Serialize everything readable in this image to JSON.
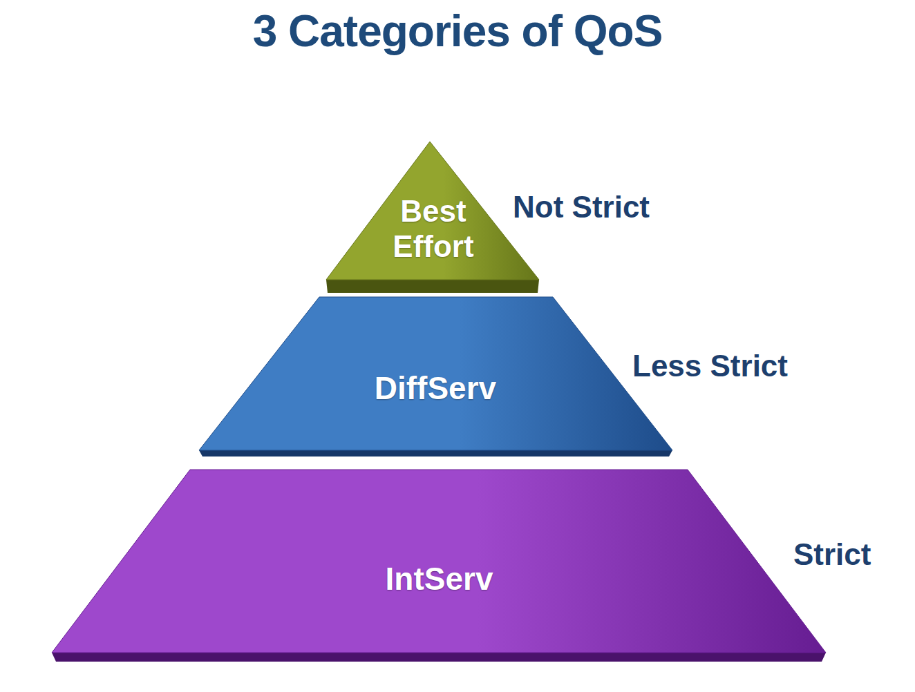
{
  "diagram": {
    "title": "3 Categories of QoS",
    "nodes": [
      {
        "text": [
          "Best Effort"
        ]
      },
      {
        "text": [
          "DiffServ"
        ]
      },
      {
        "text": [
          "IntServ"
        ]
      }
    ],
    "labels": [
      "Not Strict",
      "Less Strict",
      "Strict"
    ]
  }
}
